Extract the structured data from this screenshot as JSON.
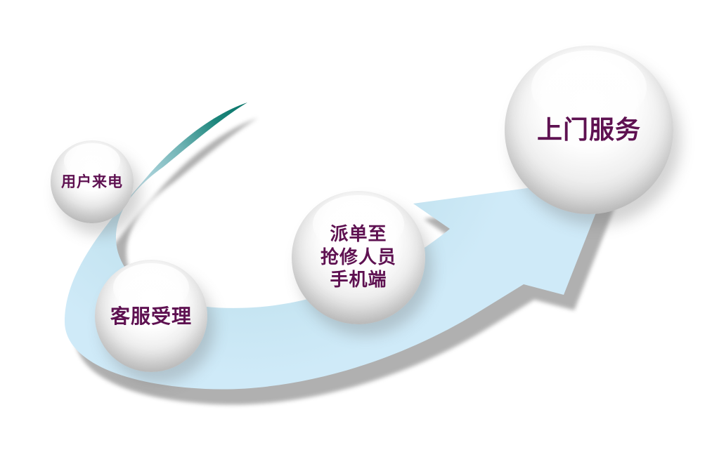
{
  "diagram": {
    "type": "process-flow",
    "title": "",
    "steps": [
      {
        "id": "user-call",
        "label": "用户来电"
      },
      {
        "id": "service-accept",
        "label": "客服受理"
      },
      {
        "id": "dispatch",
        "lines": [
          "派单至",
          "抢修人员",
          "手机端"
        ]
      },
      {
        "id": "onsite-service",
        "label": "上门服务"
      }
    ],
    "colors": {
      "arrow_tail_teal": "#0a7a6d",
      "arrow_body_blue": "#cfeaf8",
      "arrow_shadow_gray": "#a3a3a3",
      "label_text": "#5e1151",
      "background": "#ffffff"
    }
  }
}
